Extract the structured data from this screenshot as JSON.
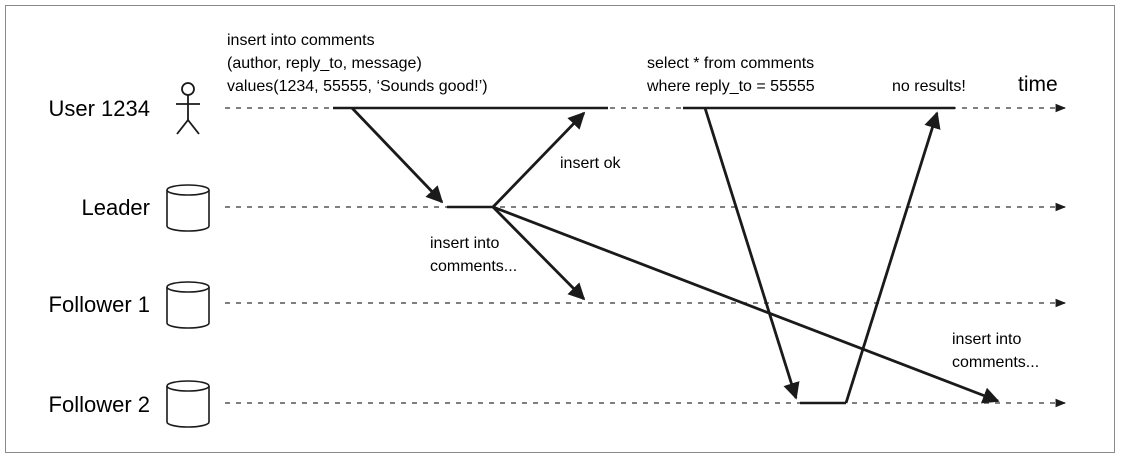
{
  "participants": [
    {
      "label": "User 1234",
      "icon": "person-icon"
    },
    {
      "label": "Leader",
      "icon": "database-icon"
    },
    {
      "label": "Follower 1",
      "icon": "database-icon"
    },
    {
      "label": "Follower 2",
      "icon": "database-icon"
    }
  ],
  "annotations": {
    "insert_query": [
      "insert into comments",
      "(author, reply_to, message)",
      "values(1234, 55555, ‘Sounds good!’)"
    ],
    "select_query": [
      "select * from comments",
      "where reply_to = 55555"
    ],
    "no_results": "no results!",
    "time_label": "time",
    "insert_ok": "insert ok",
    "replicate_follower1": [
      "insert into",
      "comments..."
    ],
    "replicate_follower2": [
      "insert into",
      "comments..."
    ]
  },
  "colors": {
    "line": "#1a1a1a",
    "dashed": "#555555",
    "frame": "#8a8a8a"
  }
}
